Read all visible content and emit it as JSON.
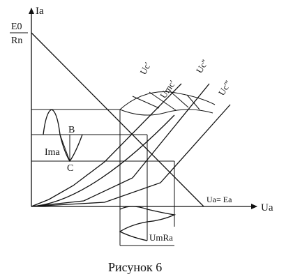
{
  "figure": {
    "axes": {
      "y_label": "Ia",
      "x_label": "Ua"
    },
    "intercept_y": {
      "numerator": "E0",
      "denominator": "Rn"
    },
    "intercept_x": "Ua= Ea",
    "curve_labels": {
      "uc1": "Uc'",
      "umc": "Umc'",
      "uc2": "Uc''",
      "uc3": "Uc'''"
    },
    "point_labels": {
      "b": "B",
      "c": "C"
    },
    "current_amplitude": "Ima",
    "voltage_amplitude": "UmRa",
    "caption": "Рисунок 6"
  }
}
